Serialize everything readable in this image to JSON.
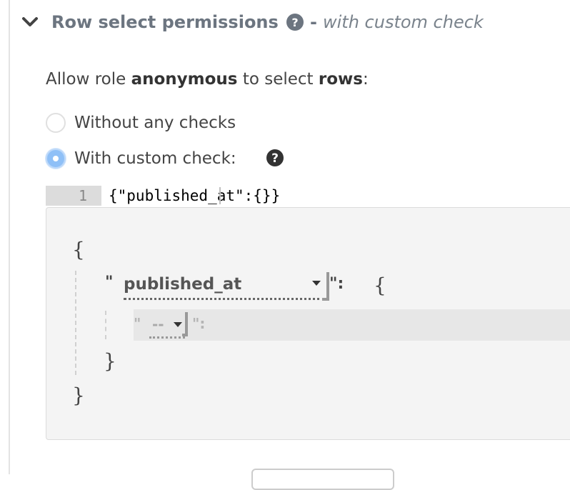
{
  "section": {
    "title": "Row select permissions",
    "subtitle_dash": "-",
    "subtitle": "with custom check"
  },
  "allow": {
    "prefix": "Allow role",
    "role": "anonymous",
    "middle": "to select",
    "object": "rows",
    "suffix": ":"
  },
  "options": {
    "without_checks": "Without any checks",
    "with_custom_check": "With custom check:",
    "selected": "with_custom_check"
  },
  "editor": {
    "line_number": "1",
    "code": "{\"published_at\":{}}"
  },
  "builder": {
    "open_brace": "{",
    "close_brace": "}",
    "inner_open_brace": "{",
    "inner_close_brace": "}",
    "quote": "\"",
    "quote_colon": "\":",
    "column": "published_at",
    "operator_placeholder": "--"
  },
  "icons": {
    "collapse": "chevron-down-icon",
    "help": "question-circle-icon"
  },
  "colors": {
    "header_text": "#6c7580",
    "radio_selected": "#8fc0f7",
    "builder_bg": "#f4f4f4"
  }
}
